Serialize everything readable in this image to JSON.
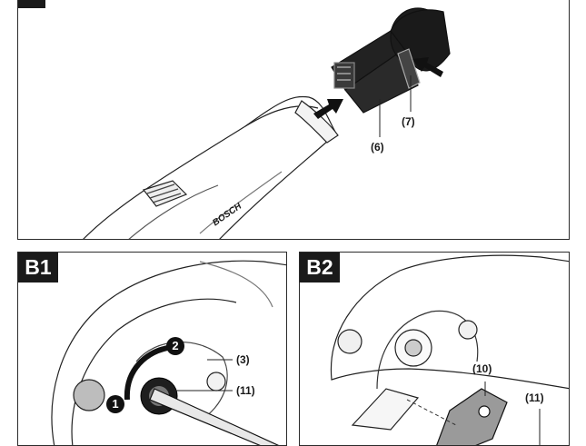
{
  "panel_a": {
    "badge": "",
    "labels": {
      "part_6": "(6)",
      "part_7": "(7)"
    },
    "brand_text": "BOSCH"
  },
  "panel_b1": {
    "badge": "B1",
    "labels": {
      "part_3": "(3)",
      "part_11": "(11)"
    },
    "steps": {
      "step_1": "1",
      "step_2": "2"
    }
  },
  "panel_b2": {
    "badge": "B2",
    "labels": {
      "part_10": "(10)",
      "part_11": "(11)"
    }
  }
}
